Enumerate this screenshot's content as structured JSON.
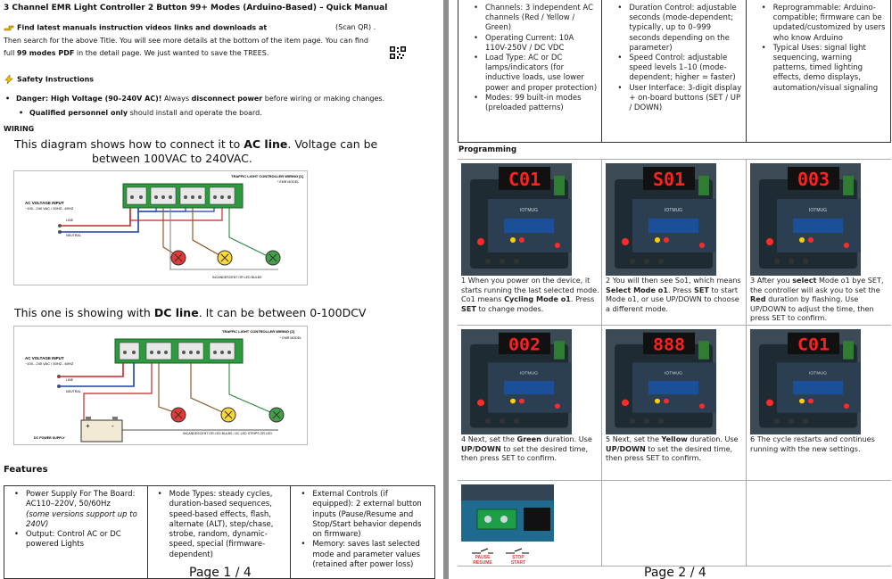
{
  "page1": {
    "title": "3 Channel EMR Light Controller 2 Button 99+ Modes (Arduino-Based) – Quick Manual",
    "manuals_line1_bold": "Find latest manuals instruction videos links and downloads at",
    "manuals_scan": "(Scan QR) .",
    "manuals_line2": "Then search for the above Title. You will see more details at the bottom of the item page. You can find",
    "manuals_line3_start": "full",
    "manuals_line3_bold": "99 modes PDF",
    "manuals_line3_end": "in the detail page. We just wanted to save the TREES.",
    "safety_heading": "Safety Instructions",
    "safety_1_bold": "Danger: High Voltage (90–240V AC)!",
    "safety_1_mid": "Always",
    "safety_1_bold2": "disconnect power",
    "safety_1_end": "before wiring or making changes.",
    "safety_2_bold": "Qualified personnel only",
    "safety_2_end": "should install and operate the board.",
    "wiring_heading": "WIRING",
    "ac_text_1": "This diagram shows how to connect it to",
    "ac_text_bold": "AC line",
    "ac_text_2": ". Voltage can be",
    "ac_text_3": "between 100VAC to 240VAC.",
    "dc_text_1": "This one is showing with",
    "dc_text_bold": "DC line",
    "dc_text_2": ". It can be between 0-100DCV",
    "diagram1": {
      "header": "TRAFFIC LIGHT CONTROLLER WIRING [1]",
      "model": "* EMR MODEL",
      "input": "AC VOLTAGE INPUT",
      "input2": "~100...240 VAC / 50HZ...60HZ",
      "line": "LINE",
      "neutral": "NEUTRAL",
      "bulbs": "INCANDESCENT OR LED BULBS"
    },
    "diagram2": {
      "header": "TRAFFIC LIGHT CONTROLLER WIRING [2]",
      "model": "* EMR MODEL",
      "input": "AC VOLTAGE INPUT",
      "input2": "~100...240 VAC / 50HZ...60HZ",
      "line": "LINE",
      "neutral": "NEUTRAL",
      "bulbs": "INCANDESCENT OR LED BULBS / DC LED STRIPS OR LED",
      "psu": "DC POWER SUPPLY",
      "plus": "+",
      "minus": "-"
    },
    "features_heading": "Features",
    "features": {
      "col1": [
        "Power Supply For The Board: AC110–220V, 50/60Hz",
        "(some versions support up to 240V)",
        "Output: Control AC or DC powered Lights"
      ],
      "col2": [
        "Mode Types: steady cycles, duration-based sequences, speed-based effects, flash, alternate (ALT), step/chase, strobe, random, dynamic-speed, special (firmware-dependent)"
      ],
      "col3": [
        "External Controls (if equipped): 2 external button inputs (Pause/Resume and Stop/Start behavior depends on firmware)",
        "Memory: saves last selected mode and parameter values (retained after power loss)"
      ]
    },
    "page_number": "Page 1 / 4"
  },
  "page2": {
    "specs": {
      "col1": [
        "Channels: 3 independent AC channels (Red / Yellow / Green)",
        "Operating Current: 10A 110V-250V / DC VDC",
        "Load Type: AC or DC lamps/indicators (for inductive loads, use lower power and proper protection)",
        "Modes: 99 built-in modes (preloaded patterns)"
      ],
      "col2": [
        "Duration Control: adjustable seconds (mode-dependent; typically, up to 0–999 seconds depending on the parameter)",
        "Speed Control: adjustable speed levels 1–10 (mode-dependent; higher = faster)",
        "User Interface: 3-digit display + on-board buttons (SET / UP / DOWN)"
      ],
      "col3": [
        "Reprogrammable: Arduino-compatible; firmware can be updated/customized by users who know Arduino",
        "Typical Uses: signal light sequencing, warning patterns, timed lighting effects, demo displays, automation/visual signaling"
      ]
    },
    "programming_heading": "Programming",
    "steps": [
      {
        "display": "C01",
        "n": "1",
        "a": "When you power on the device, it starts running the last selected mode. Co1 means ",
        "b": "Cycling Mode o1",
        "c": ". Press ",
        "d": "SET",
        "e": " to change modes."
      },
      {
        "display": "S01",
        "n": "2",
        "a": "You will then see So1, which means ",
        "b": "Select Mode o1",
        "c": ". Press ",
        "d": "SET",
        "e": " to start Mode o1, or use UP/DOWN to choose a different mode."
      },
      {
        "display": "003",
        "n": "3",
        "a": "After you ",
        "b": "select",
        "c": " Mode o1 bye SET, the controller will ask you to set the ",
        "d": "Red",
        "e": " duration by flashing. Use UP/DOWN to adjust the time, then press SET to confirm."
      },
      {
        "display": "002",
        "n": "4",
        "a": "Next, set the ",
        "b": "Green",
        "c": " duration. Use ",
        "d": "UP/DOWN",
        "e": " to set the desired time, then press SET to confirm."
      },
      {
        "display": "888",
        "n": "5",
        "a": "Next, set the ",
        "b": "Yellow",
        "c": " duration. Use ",
        "d": "UP/DOWN",
        "e": " to set the desired time, then press SET to confirm."
      },
      {
        "display": "C01",
        "n": "6",
        "a": "The cycle restarts and continues running with the new settings.",
        "b": "",
        "c": "",
        "d": "",
        "e": ""
      }
    ],
    "board_label": "IOTMUG",
    "ext_pause": "PAUSE",
    "ext_resume": "RESUME",
    "ext_stop": "STOP",
    "ext_start": "START",
    "page_number": "Page 2 / 4"
  }
}
